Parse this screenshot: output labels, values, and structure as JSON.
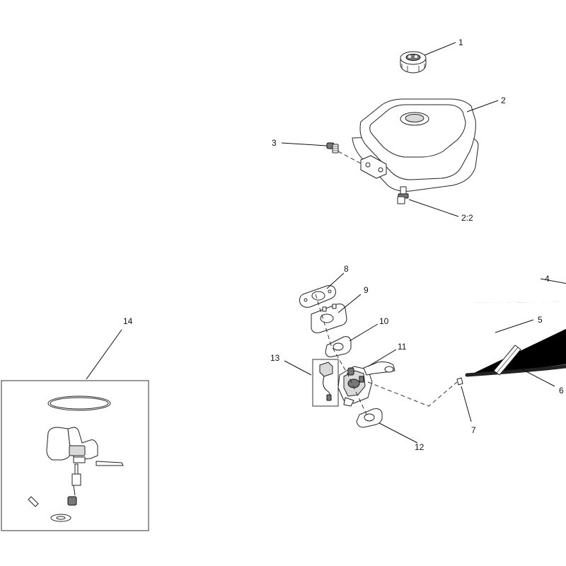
{
  "callouts": {
    "c1": "1",
    "c2": "2",
    "c2_2": "2:2",
    "c3": "3",
    "c4": "4",
    "c5": "5",
    "c6": "6",
    "c7": "7",
    "c8": "8",
    "c9": "9",
    "c10": "10",
    "c11": "11",
    "c12": "12",
    "c13": "13",
    "c14": "14"
  }
}
